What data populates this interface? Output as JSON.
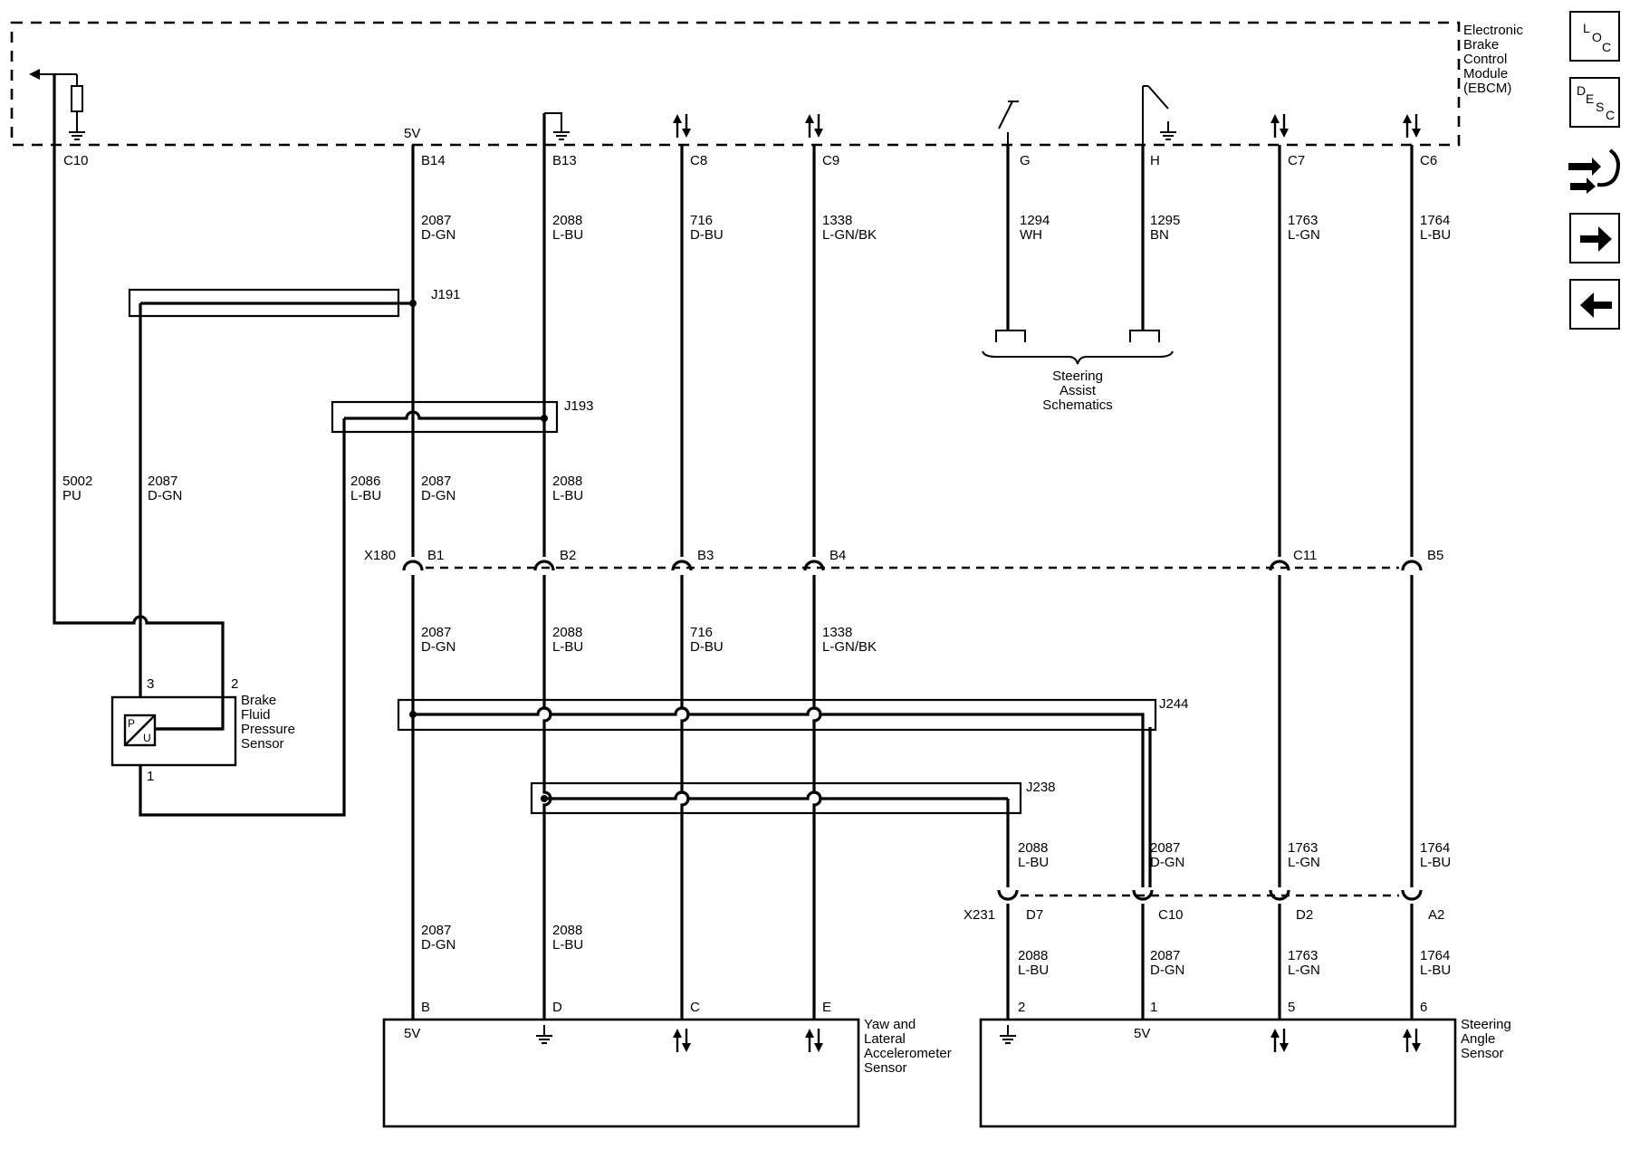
{
  "module": {
    "title_lines": [
      "Electronic",
      "Brake",
      "Control",
      "Module",
      "(EBCM)"
    ]
  },
  "module_pins": {
    "c10": "C10",
    "b14": "B14",
    "b13": "B13",
    "c8": "C8",
    "c9": "C9",
    "g": "G",
    "h": "H",
    "c7": "C7",
    "c6": "C6",
    "v5": "5V"
  },
  "wires": {
    "w5002": [
      "5002",
      "PU"
    ],
    "w2087": [
      "2087",
      "D-GN"
    ],
    "w2088": [
      "2088",
      "L-BU"
    ],
    "w2086": [
      "2086",
      "L-BU"
    ],
    "w716": [
      "716",
      "D-BU"
    ],
    "w1338": [
      "1338",
      "L-GN/BK"
    ],
    "w1294": [
      "1294",
      "WH"
    ],
    "w1295": [
      "1295",
      "BN"
    ],
    "w1763": [
      "1763",
      "L-GN"
    ],
    "w1764": [
      "1764",
      "L-BU"
    ]
  },
  "splices": {
    "j191": "J191",
    "j193": "J193",
    "j244": "J244",
    "j238": "J238"
  },
  "connector_x180": {
    "name": "X180",
    "pins": {
      "b1": "B1",
      "b2": "B2",
      "b3": "B3",
      "b4": "B4",
      "c11": "C11",
      "b5": "B5"
    }
  },
  "connector_x231": {
    "name": "X231",
    "pins": {
      "d7": "D7",
      "c10": "C10",
      "d2": "D2",
      "a2": "A2"
    }
  },
  "steering_assist": {
    "lines": [
      "Steering",
      "Assist",
      "Schematics"
    ]
  },
  "brake_sensor": {
    "lines": [
      "Brake",
      "Fluid",
      "Pressure",
      "Sensor"
    ],
    "pins": {
      "p1": "1",
      "p2": "2",
      "p3": "3"
    },
    "symbol_p": "P",
    "symbol_u": "U"
  },
  "yaw_sensor": {
    "lines": [
      "Yaw and",
      "Lateral",
      "Accelerometer",
      "Sensor"
    ],
    "pins": {
      "b": "B",
      "d": "D",
      "c": "C",
      "e": "E"
    },
    "v5": "5V"
  },
  "steering_angle_sensor": {
    "lines": [
      "Steering",
      "Angle",
      "Sensor"
    ],
    "pins": {
      "p2": "2",
      "p1": "1",
      "p5": "5",
      "p6": "6"
    },
    "v5": "5V"
  },
  "nav": {
    "loc": {
      "l": "L",
      "o": "O",
      "c": "C"
    },
    "desc": {
      "d": "D",
      "e": "E",
      "s": "S",
      "c": "C"
    },
    "icons": [
      "location-icon",
      "description-icon",
      "connector-icon",
      "next-arrow-icon",
      "previous-arrow-icon"
    ]
  },
  "colors": {
    "ink": "#000000",
    "background": "#ffffff"
  }
}
